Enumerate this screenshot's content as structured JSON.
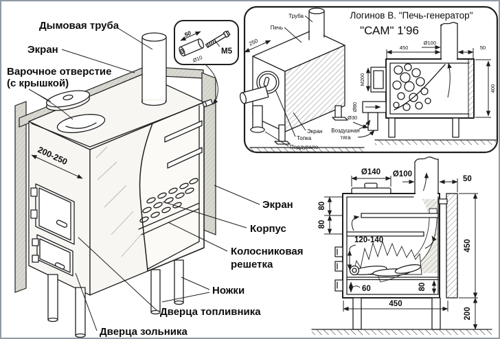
{
  "palette": {
    "line": "#1e1e1e",
    "screen_gray": "#d9d8d1",
    "paper": "#ffffff",
    "frame_border": "#8f9aa6"
  },
  "main": {
    "chimney_label": "Дымовая труба",
    "screen_label": "Экран",
    "hole_label_1": "Варочное отверстие",
    "hole_label_2": "(с крышкой)",
    "width_dim": "200-250",
    "screen_label_right": "Экран",
    "body_label": "Корпус",
    "grate_label_1": "Колосниковая",
    "grate_label_2": "решетка",
    "legs_label": "Ножки",
    "fuel_door_label": "Дверца топливника",
    "ash_door_label": "Дверца зольника"
  },
  "bolt_detail": {
    "length_dim": "50",
    "diameter_dim": "Ø10",
    "thread_label": "M5"
  },
  "inset": {
    "title_line1": "Логинов В. \"Печь-генератор\"",
    "title_line2": "\"САМ\" 1'96",
    "pipe_label": "Труба",
    "stove_label": "Печь",
    "depth_dim": "250",
    "screen_label": "Экран",
    "firebox_label": "Топка",
    "ashpit_label": "Поддувало",
    "draft_label_1": "Воздушная",
    "draft_label_2": "тяга",
    "width_dim": "450",
    "gap_dim": "50",
    "chimney_dim": "Ø100",
    "door_dim": "М200",
    "height_dim": "400",
    "duct_dim": "Ø80",
    "pipe_dim": "Ø30"
  },
  "section": {
    "lid_dim": "Ø140",
    "chimney_dim": "Ø100",
    "gap_dim": "50",
    "top_gap_dim": "80",
    "mid_gap_dim": "80",
    "firebox_dim": "120-140",
    "ash_left_dim": "60",
    "ash_right_dim": "80",
    "width_dim": "450",
    "height_dim": "450",
    "legs_dim": "200"
  }
}
